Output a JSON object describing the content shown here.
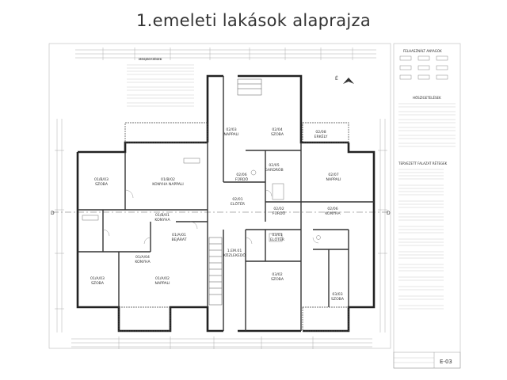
{
  "title": "1.emeleti lakások alaprajza",
  "sheet_number": "E-03",
  "section_letter": "D",
  "north_label": "É",
  "legend": {
    "materials_title": "FELHASZNÁLT ANYAGOK",
    "symbols_title": "HŐSZIGETELÉSEK",
    "structures_title": "TERVEZETT FALAZAT RÉTEGEK"
  },
  "notes_title": "MEGJEGYZÉSEK",
  "rooms": [
    {
      "code": "01/B/03",
      "name": "SZOBA"
    },
    {
      "code": "01/B/02",
      "name": "KONYHA NAPPALI"
    },
    {
      "code": "01/B/01",
      "name": "KONYHA"
    },
    {
      "code": "02/03",
      "name": "NAPPALI"
    },
    {
      "code": "02/04",
      "name": "SZOBA"
    },
    {
      "code": "02/05",
      "name": "GARDRÓB"
    },
    {
      "code": "02/06",
      "name": "FÜRDŐ"
    },
    {
      "code": "02/07",
      "name": "NAPPALI"
    },
    {
      "code": "02/08",
      "name": "ERKÉLY"
    },
    {
      "code": "02/01",
      "name": "ELŐTÉR"
    },
    {
      "code": "02/02",
      "name": "FÜRDŐ"
    },
    {
      "code": "02/06",
      "name": "KONYHA"
    },
    {
      "code": "01/A/01",
      "name": "BEJÁRAT"
    },
    {
      "code": "1.EM.01",
      "name": "KÖZLEKEDŐ"
    },
    {
      "code": "01/A/02",
      "name": "NAPPALI"
    },
    {
      "code": "01/A/03",
      "name": "SZOBA"
    },
    {
      "code": "01/A/04",
      "name": "KONYHA"
    },
    {
      "code": "03/01",
      "name": "ELŐTÉR"
    },
    {
      "code": "03/02",
      "name": "SZOBA"
    },
    {
      "code": "03/03",
      "name": "SZOBA"
    }
  ]
}
